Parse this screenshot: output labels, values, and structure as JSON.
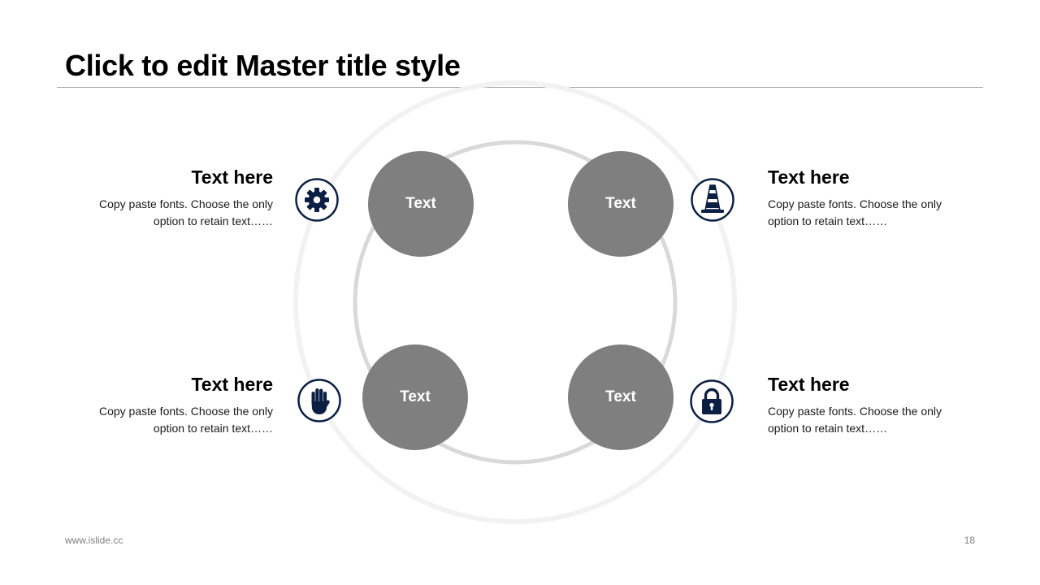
{
  "title": "Click to edit Master title style",
  "center_nodes": [
    "Text",
    "Text",
    "Text",
    "Text"
  ],
  "items": [
    {
      "heading": "Text here",
      "body": "Copy paste fonts. Choose the only option to retain text……",
      "icon": "gear-icon"
    },
    {
      "heading": "Text here",
      "body": "Copy paste fonts. Choose the only option to retain text……",
      "icon": "traffic-cone-icon"
    },
    {
      "heading": "Text here",
      "body": "Copy paste fonts. Choose the only option to retain text……",
      "icon": "hand-icon"
    },
    {
      "heading": "Text here",
      "body": "Copy paste fonts. Choose the only option to retain text……",
      "icon": "padlock-icon"
    }
  ],
  "footer": {
    "url": "www.islide.cc",
    "page": "18"
  },
  "colors": {
    "node": "#7f7f7f",
    "icon": "#0b1f45",
    "ring_outer": "#f2f2f2",
    "ring_inner": "#d9d9d9"
  }
}
